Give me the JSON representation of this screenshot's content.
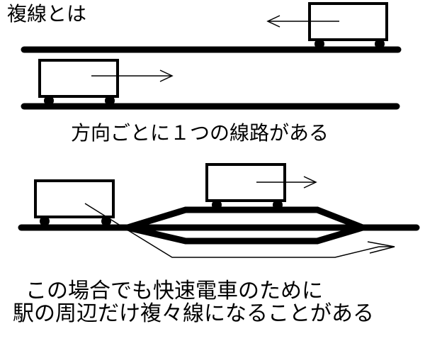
{
  "title": "複線とは",
  "caption_top": "方向ごとに１つの線路がある",
  "caption_bottom_line1": "この場合でも快速電車のために",
  "caption_bottom_line2": "駅の周辺だけ複々線になることがある",
  "colors": {
    "ink": "#000000",
    "background": "#ffffff"
  }
}
